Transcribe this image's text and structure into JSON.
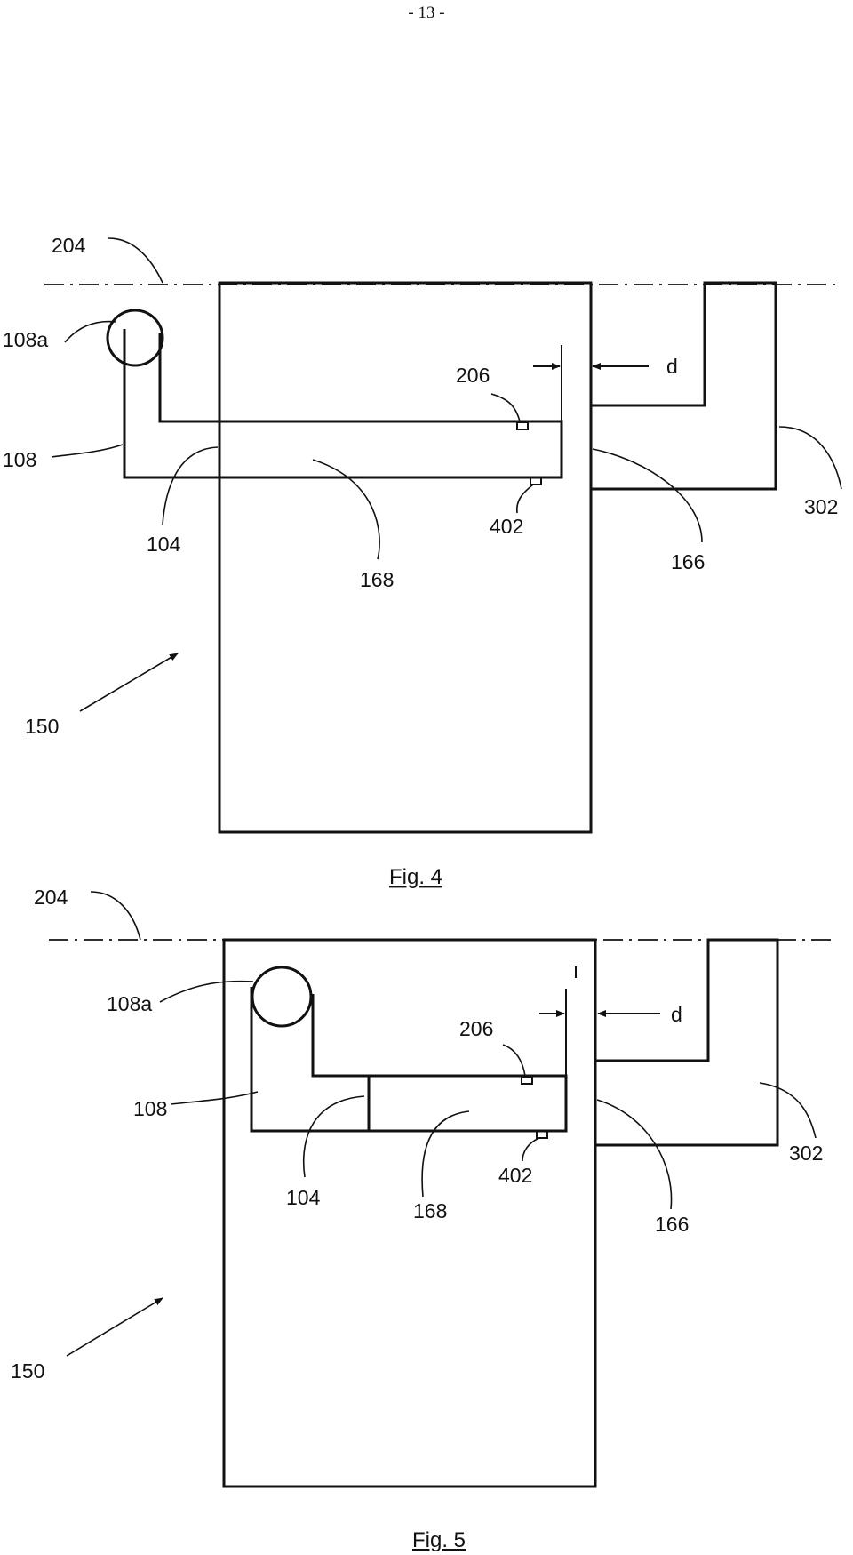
{
  "page": {
    "number": "- 13 -"
  },
  "figures": [
    {
      "caption": "Fig. 4",
      "labels": {
        "l204": "204",
        "l108a": "108a",
        "l206": "206",
        "ld": "d",
        "l108": "108",
        "l104": "104",
        "l402": "402",
        "l168": "168",
        "l166": "166",
        "l302": "302",
        "l150": "150"
      }
    },
    {
      "caption": "Fig. 5",
      "labels": {
        "l204": "204",
        "l108a": "108a",
        "l206": "206",
        "ld": "d",
        "l108": "108",
        "l104": "104",
        "l402": "402",
        "l168": "168",
        "l166": "166",
        "l302": "302",
        "l150": "150"
      }
    }
  ]
}
